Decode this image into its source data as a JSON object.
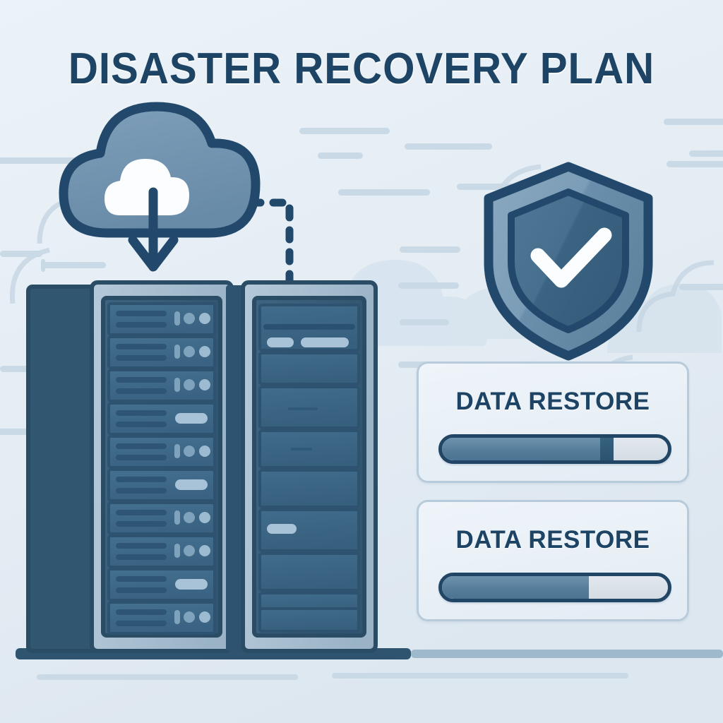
{
  "page": {
    "title": "DISASTER RECOVERY PLAN",
    "background_color": "#e9f0f6",
    "accent_dark": "#1d4464",
    "accent_mid": "#5b829e",
    "accent_light": "#b8cbdb"
  },
  "icons": {
    "cloud_download": "cloud-download-icon",
    "shield_check": "shield-check-icon",
    "server_rack_left": "server-rack-icon",
    "server_rack_right": "server-rack-icon",
    "connector": "dashed-connector-line"
  },
  "cards": [
    {
      "label": "DATA RESTORE",
      "progress_percent": 76,
      "progress_segment_percent": 70,
      "fill_color": "#567e9b",
      "segment_color": "#2c5471",
      "track_color": "#dde5eb"
    },
    {
      "label": "DATA RESTORE",
      "progress_percent": 65,
      "progress_segment_percent": 65,
      "fill_color": "#567e9b",
      "segment_color": "#2c5471",
      "track_color": "#dde5eb"
    }
  ],
  "racks": {
    "left": {
      "slots": [
        {
          "type": "indicators"
        },
        {
          "type": "indicators"
        },
        {
          "type": "indicators"
        },
        {
          "type": "led"
        },
        {
          "type": "indicators"
        },
        {
          "type": "led"
        },
        {
          "type": "indicators"
        },
        {
          "type": "indicators"
        },
        {
          "type": "led"
        },
        {
          "type": "indicators"
        }
      ]
    },
    "right": {
      "slots": [
        {
          "type": "double-led"
        },
        {
          "type": "blank"
        },
        {
          "type": "blank"
        },
        {
          "type": "blank"
        },
        {
          "type": "blank"
        },
        {
          "type": "led"
        },
        {
          "type": "blank"
        },
        {
          "type": "blank"
        },
        {
          "type": "blank"
        }
      ]
    }
  }
}
